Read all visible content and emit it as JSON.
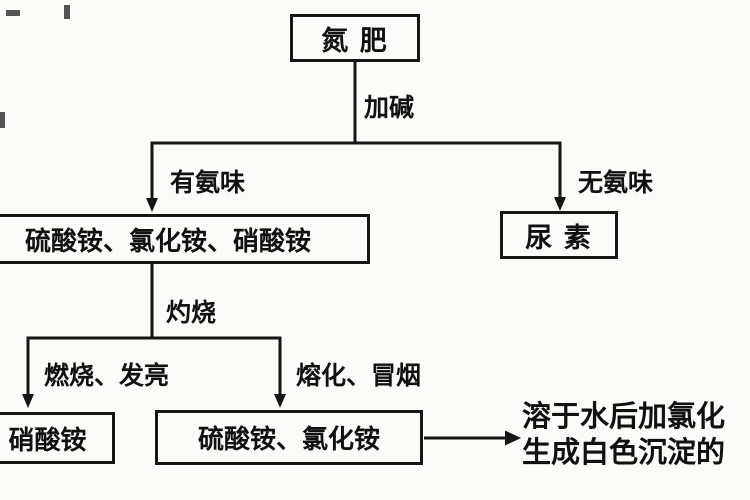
{
  "diagram": {
    "nodes": {
      "root": "氮  肥",
      "ammonium_salts": "硫酸铵、氯化铵、硝酸铵",
      "urea": "尿  素",
      "nitrate": "硝酸铵",
      "sulfate_chloride": "硫酸铵、氯化铵"
    },
    "edges": {
      "add_alkali": "加碱",
      "ammonia_smell": "有氨味",
      "no_ammonia_smell": "无氨味",
      "calcine": "灼烧",
      "burn_glow": "燃烧、发亮",
      "melt_smoke": "熔化、冒烟"
    },
    "note": {
      "line1": "溶于水后加氯化",
      "line2": "生成白色沉淀的"
    }
  },
  "colors": {
    "background": "#fbfbf8",
    "line": "#161616",
    "text": "#111111"
  }
}
